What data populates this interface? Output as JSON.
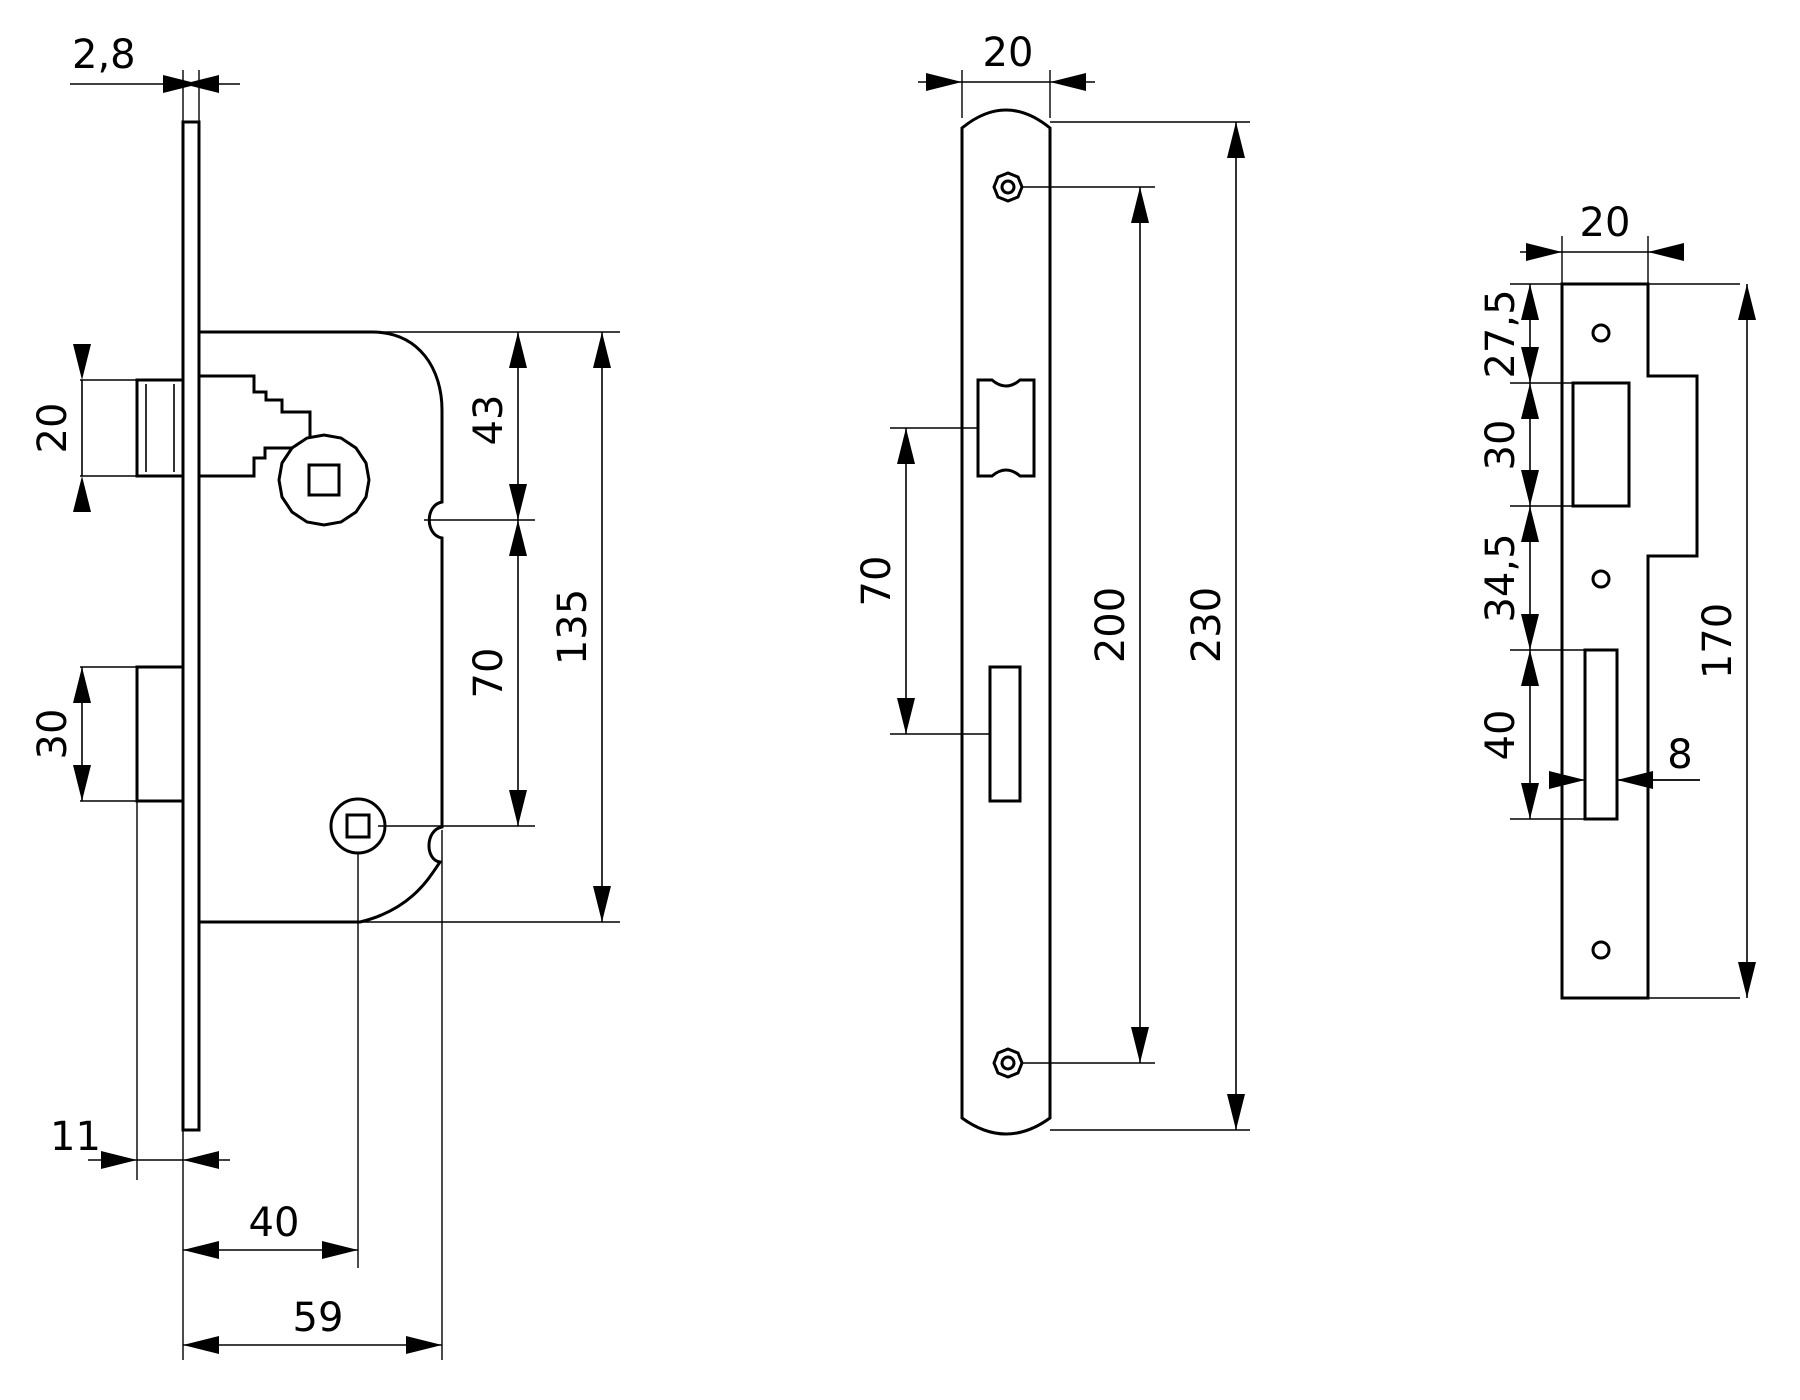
{
  "colors": {
    "stroke": "#000000",
    "background": "#ffffff"
  },
  "lock_body": {
    "dims": {
      "faceplate_thickness": "2,8",
      "latch_height": "20",
      "bolt_height": "30",
      "handle_to_top": "43",
      "center_distance": "70",
      "body_height": "135",
      "bolt_projection": "11",
      "backset": "40",
      "body_depth": "59"
    }
  },
  "faceplate": {
    "dims": {
      "width": "20",
      "hole_spacing": "200",
      "length": "230",
      "latch_to_bolt": "70"
    }
  },
  "strike_plate": {
    "dims": {
      "width": "20",
      "top_offset": "27,5",
      "latch_opening": "30",
      "gap": "34,5",
      "bolt_opening": "40",
      "length": "170",
      "opening_width": "8"
    }
  }
}
